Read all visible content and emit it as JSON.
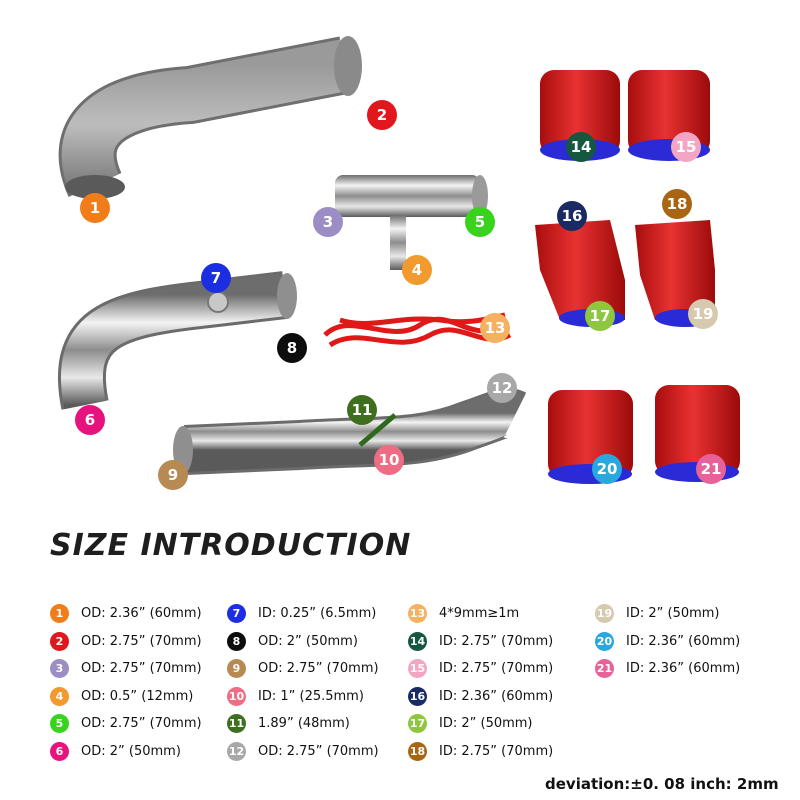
{
  "title": "SIZE INTRODUCTION",
  "deviation": "deviation:±0. 08 inch: 2mm",
  "parts": [
    {
      "num": "1",
      "color": "#f07d1a",
      "spec": "OD: 2.36” (60mm)"
    },
    {
      "num": "2",
      "color": "#e2161d",
      "spec": "OD: 2.75” (70mm)"
    },
    {
      "num": "3",
      "color": "#9c8dc4",
      "spec": "OD: 2.75” (70mm)"
    },
    {
      "num": "4",
      "color": "#f29a2e",
      "spec": "OD: 0.5” (12mm)"
    },
    {
      "num": "5",
      "color": "#39d21d",
      "spec": "OD: 2.75” (70mm)"
    },
    {
      "num": "6",
      "color": "#e6127e",
      "spec": "OD: 2” (50mm)"
    },
    {
      "num": "7",
      "color": "#1b2ee2",
      "spec": "ID: 0.25” (6.5mm)"
    },
    {
      "num": "8",
      "color": "#0d0d0d",
      "spec": "OD: 2” (50mm)"
    },
    {
      "num": "9",
      "color": "#b78a53",
      "spec": "OD: 2.75” (70mm)"
    },
    {
      "num": "10",
      "color": "#ee6d84",
      "spec": "ID: 1” (25.5mm)"
    },
    {
      "num": "11",
      "color": "#3d6f1e",
      "spec": "1.89” (48mm)"
    },
    {
      "num": "12",
      "color": "#a8a8a8",
      "spec": "OD: 2.75” (70mm)"
    },
    {
      "num": "13",
      "color": "#f4b260",
      "spec": "4*9mm≥1m"
    },
    {
      "num": "14",
      "color": "#13583f",
      "spec": "ID: 2.75” (70mm)"
    },
    {
      "num": "15",
      "color": "#f2a6c4",
      "spec": "ID: 2.75” (70mm)"
    },
    {
      "num": "16",
      "color": "#1a2a63",
      "spec": "ID: 2.36” (60mm)"
    },
    {
      "num": "17",
      "color": "#8ec63f",
      "spec": "ID: 2” (50mm)"
    },
    {
      "num": "18",
      "color": "#a86614",
      "spec": "ID: 2.75” (70mm)"
    },
    {
      "num": "19",
      "color": "#d6c9ae",
      "spec": "ID: 2” (50mm)"
    },
    {
      "num": "20",
      "color": "#29a8e0",
      "spec": "ID: 2.36” (60mm)"
    },
    {
      "num": "21",
      "color": "#e56399",
      "spec": "ID: 2.36” (60mm)"
    }
  ]
}
